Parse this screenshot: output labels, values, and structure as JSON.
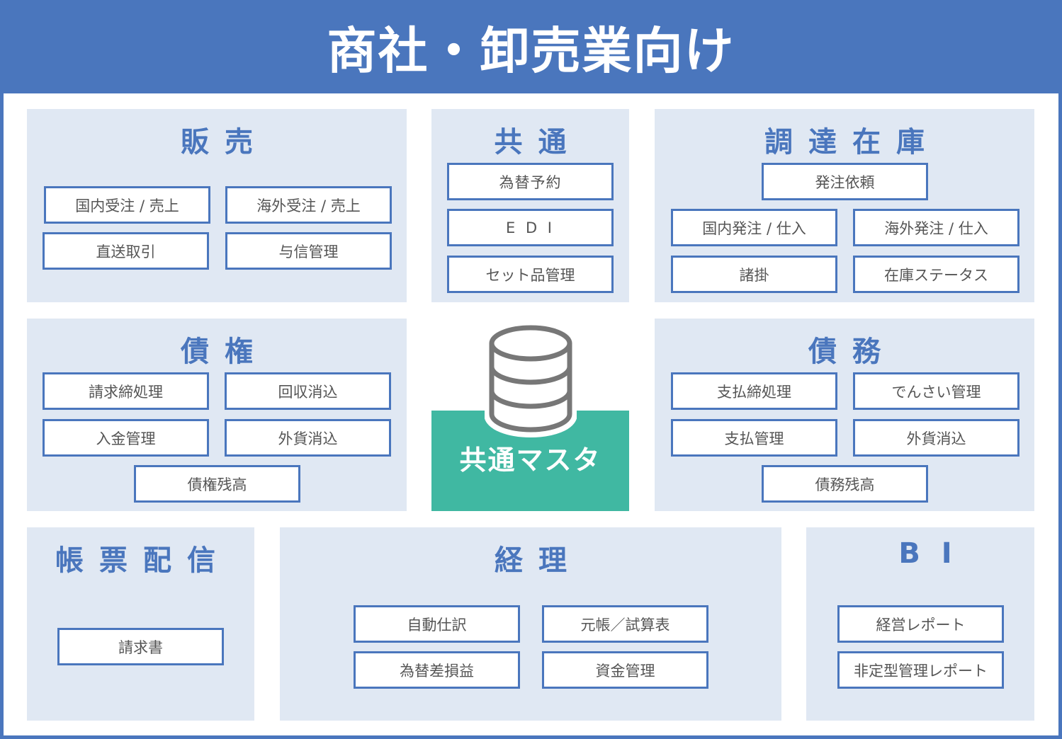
{
  "title": "商社・卸売業向け",
  "sections": {
    "sales": {
      "title": "販売",
      "items": [
        "国内受注 / 売上",
        "海外受注 / 売上",
        "直送取引",
        "与信管理"
      ]
    },
    "common": {
      "title": "共通",
      "items": [
        "為替予約",
        "E D I",
        "セット品管理"
      ]
    },
    "procurement": {
      "title": "調達在庫",
      "items": [
        "発注依頼",
        "国内発注 / 仕入",
        "海外発注 / 仕入",
        "諸掛",
        "在庫ステータス"
      ]
    },
    "receivables": {
      "title": "債権",
      "items": [
        "請求締処理",
        "回収消込",
        "入金管理",
        "外貨消込",
        "債権残高"
      ]
    },
    "payables": {
      "title": "債務",
      "items": [
        "支払締処理",
        "でんさい管理",
        "支払管理",
        "外貨消込",
        "債務残高"
      ]
    },
    "forms": {
      "title": "帳票配信",
      "items": [
        "請求書"
      ]
    },
    "accounting": {
      "title": "経理",
      "items": [
        "自動仕訳",
        "元帳／試算表",
        "為替差損益",
        "資金管理"
      ]
    },
    "bi": {
      "title": "B I",
      "items": [
        "経営レポート",
        "非定型管理レポート"
      ]
    }
  },
  "master": {
    "label": "共通マスタ",
    "icon": "database-icon"
  },
  "colors": {
    "blue": "#4a76bd",
    "panel": "#e0e8f3",
    "teal": "#40b8a2"
  }
}
